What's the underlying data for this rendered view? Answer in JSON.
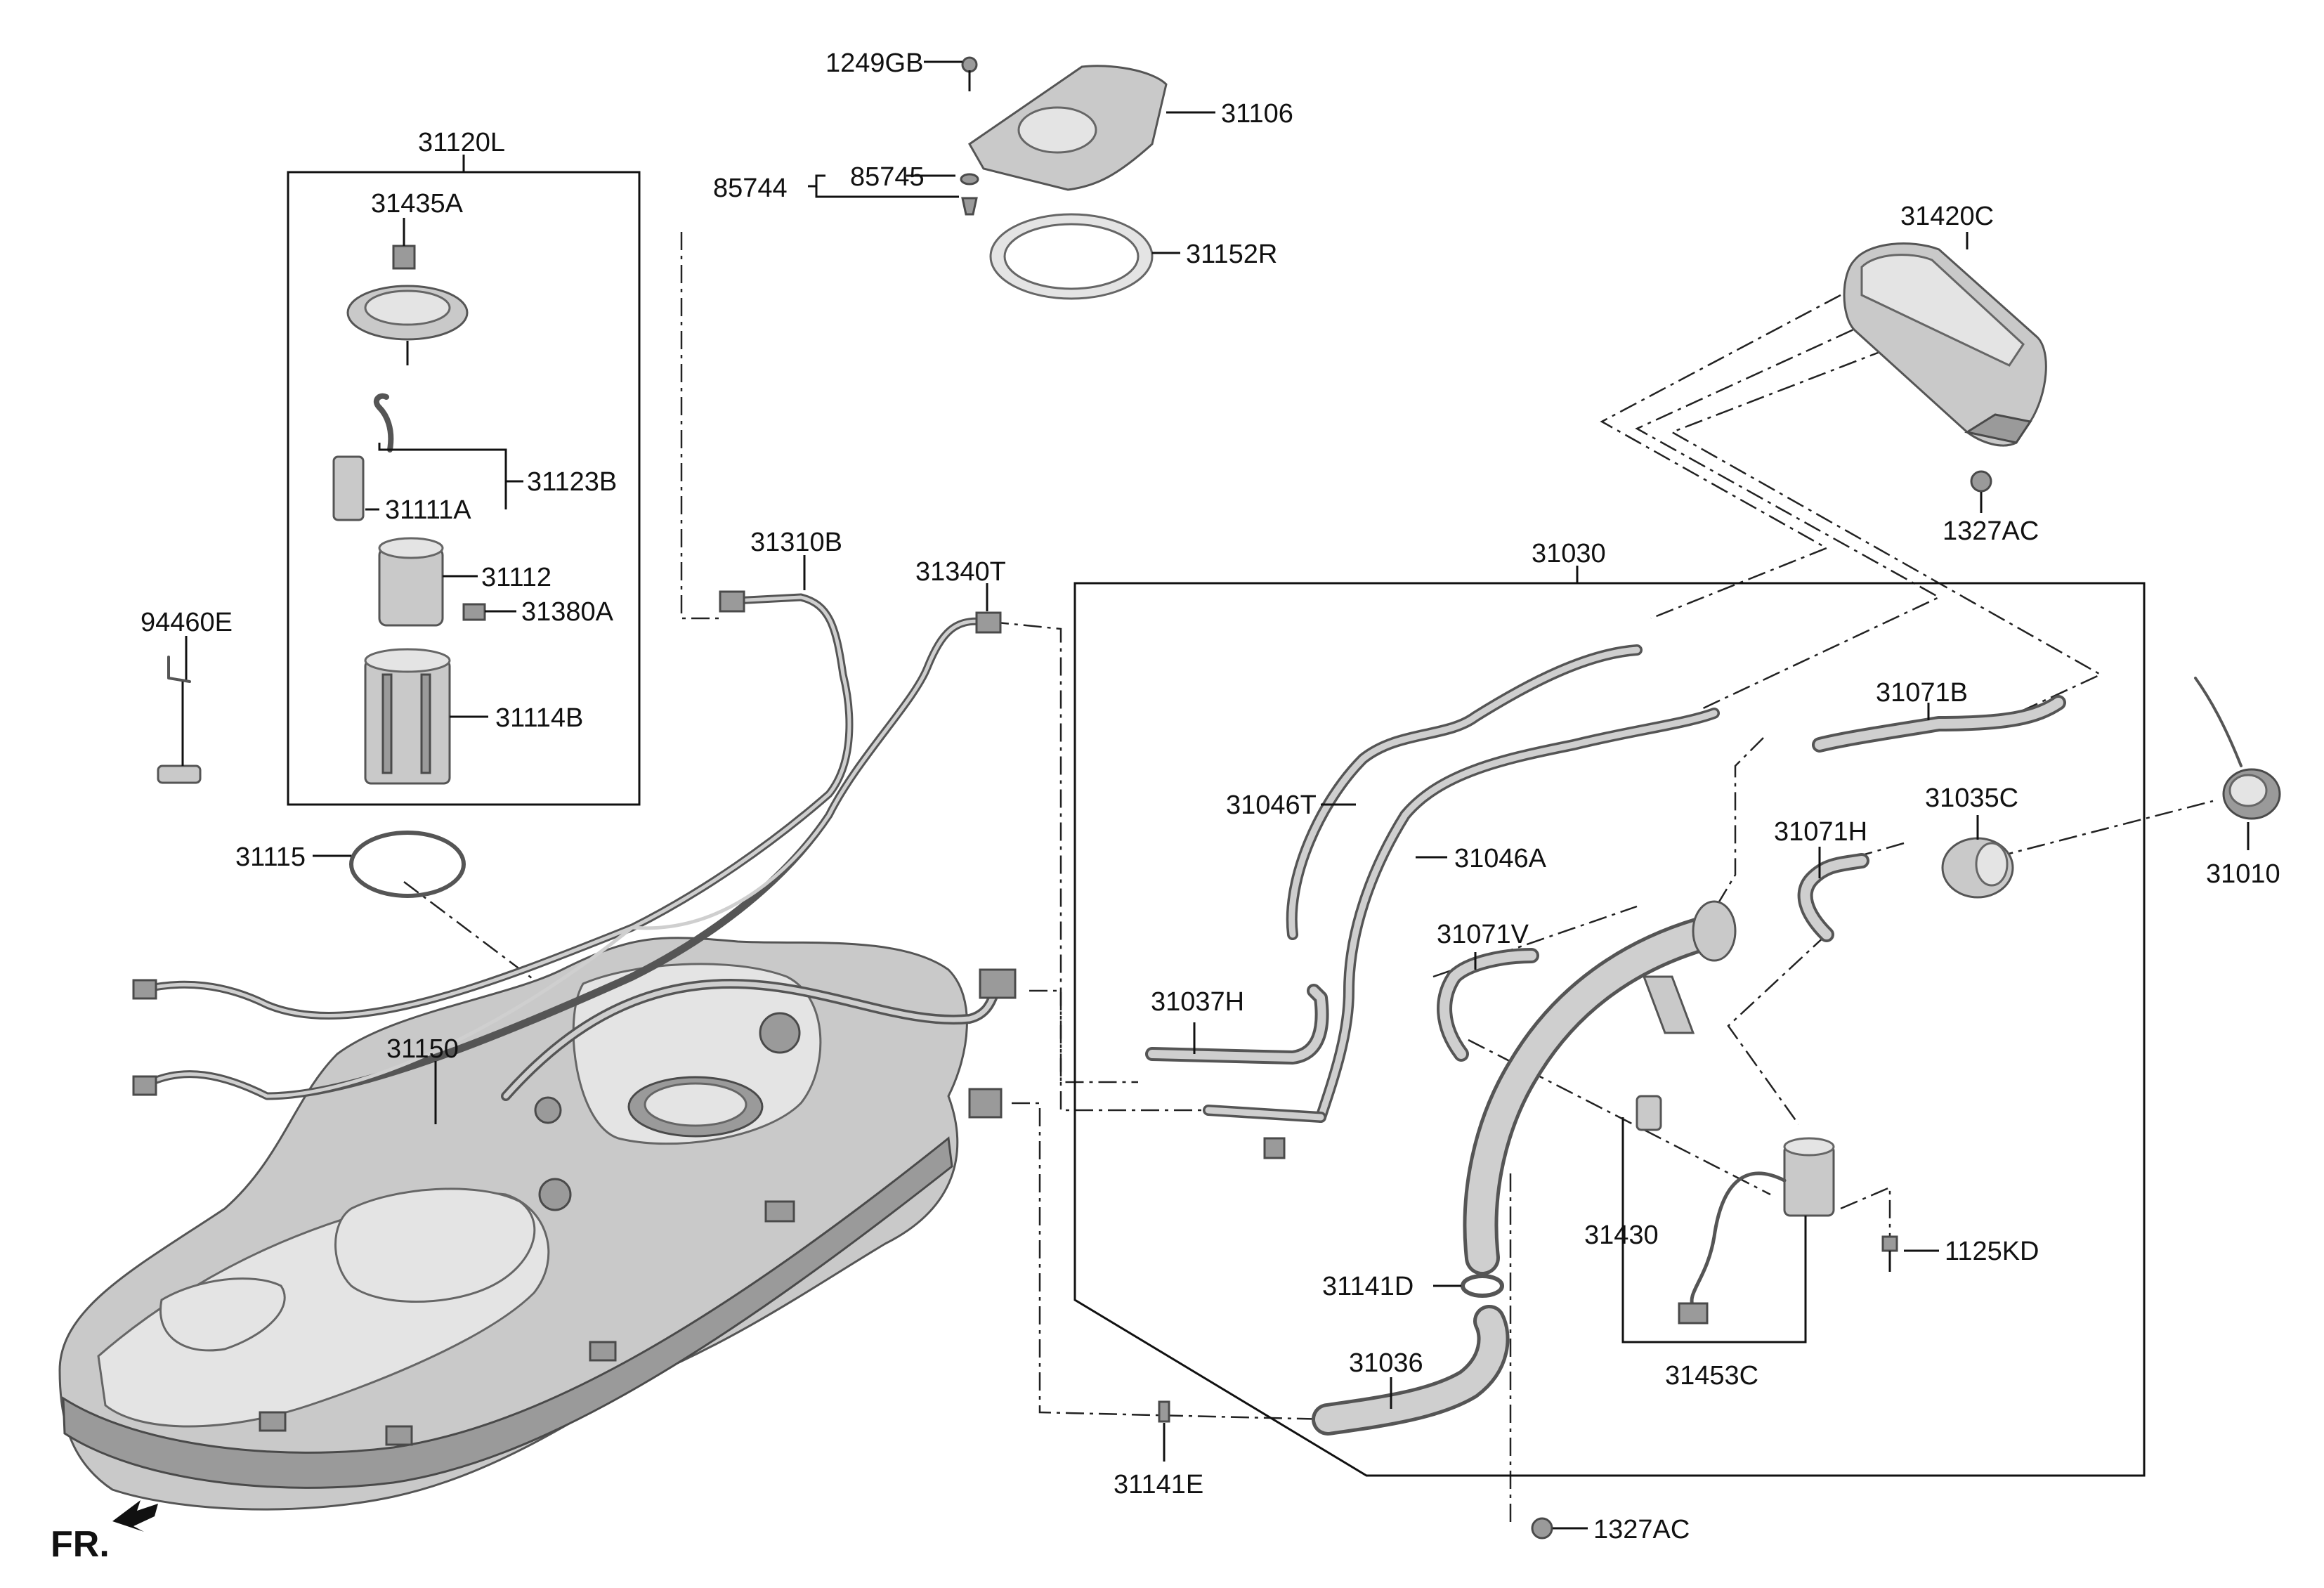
{
  "diagram": {
    "orientation_label": "FR.",
    "accent_color": "#111111",
    "part_fill_color": "#c9c9c9",
    "labels": {
      "p1249GB": "1249GB",
      "p31106": "31106",
      "p85744": "85744",
      "p85745": "85745",
      "p31152R": "31152R",
      "p31120L": "31120L",
      "p31435A": "31435A",
      "p31123B": "31123B",
      "p31111A": "31111A",
      "p31112": "31112",
      "p31380A": "31380A",
      "p31114B": "31114B",
      "p94460E": "94460E",
      "p31115": "31115",
      "p31310B": "31310B",
      "p31340T": "31340T",
      "p31150": "31150",
      "p31420C": "31420C",
      "p1327AC_top": "1327AC",
      "p31030": "31030",
      "p31046T": "31046T",
      "p31046A": "31046A",
      "p31071B": "31071B",
      "p31035C": "31035C",
      "p31071H": "31071H",
      "p31010": "31010",
      "p31071V": "31071V",
      "p31037H": "31037H",
      "p31430": "31430",
      "p1125KD": "1125KD",
      "p31141D": "31141D",
      "p31036": "31036",
      "p31453C": "31453C",
      "p31141E": "31141E",
      "p1327AC_bottom": "1327AC"
    }
  }
}
